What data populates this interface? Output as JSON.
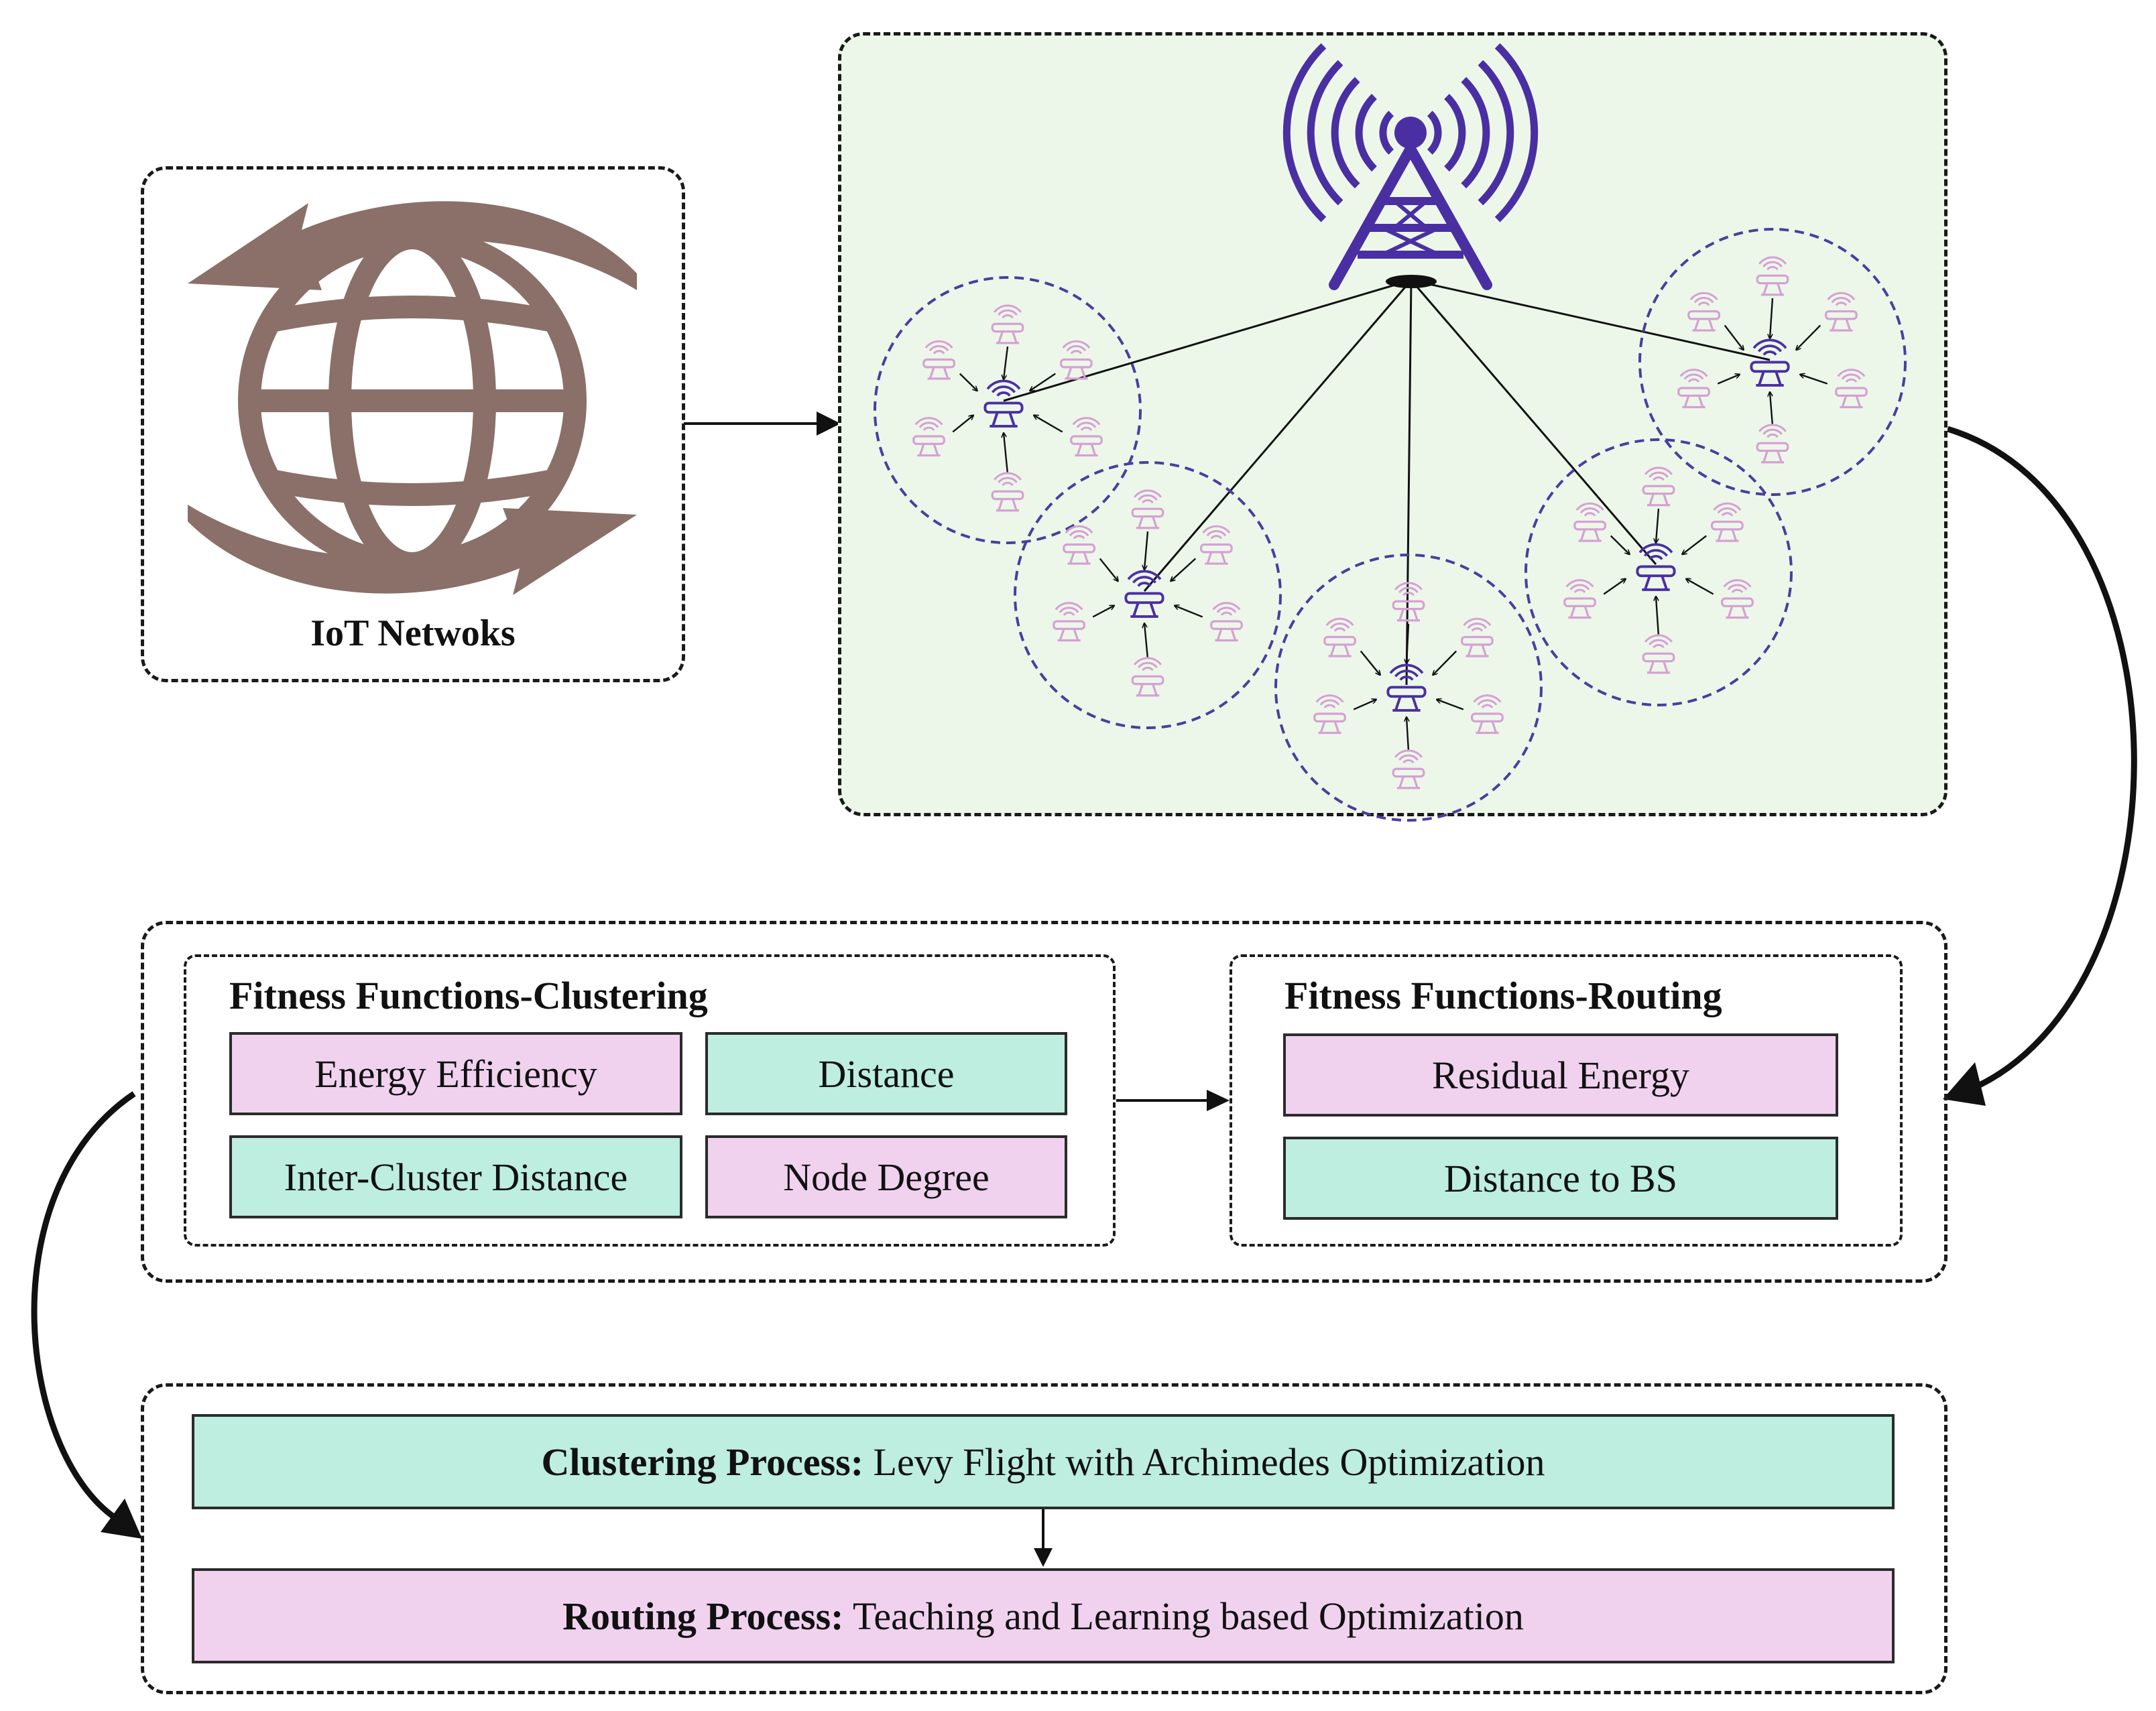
{
  "colors": {
    "pink": "#f0d2ef",
    "teal": "#bdeedf",
    "network_bg": "#ecf7ea",
    "globe": "#8a7068",
    "tower": "#4a2fa3",
    "sensor": "#d6a1d2",
    "cluster_border": "#4b3d9e"
  },
  "iot": {
    "label": "IoT Netwoks"
  },
  "network": {
    "icons": [
      "tower-icon",
      "sensor-node-icon",
      "cluster-head-icon",
      "globe-icon",
      "cycle-arrow-icon"
    ],
    "cluster_count": 5
  },
  "clustering_fitness": {
    "title": "Fitness Functions-Clustering",
    "items": [
      "Energy Efficiency",
      "Distance",
      "Inter-Cluster Distance",
      "Node Degree"
    ]
  },
  "routing_fitness": {
    "title": "Fitness Functions-Routing",
    "items": [
      "Residual Energy",
      "Distance to BS"
    ]
  },
  "process": {
    "clustering": {
      "label": "Clustering Process:",
      "text": " Levy Flight with Archimedes Optimization"
    },
    "routing": {
      "label": "Routing Process:",
      "text": " Teaching and Learning based Optimization"
    }
  }
}
